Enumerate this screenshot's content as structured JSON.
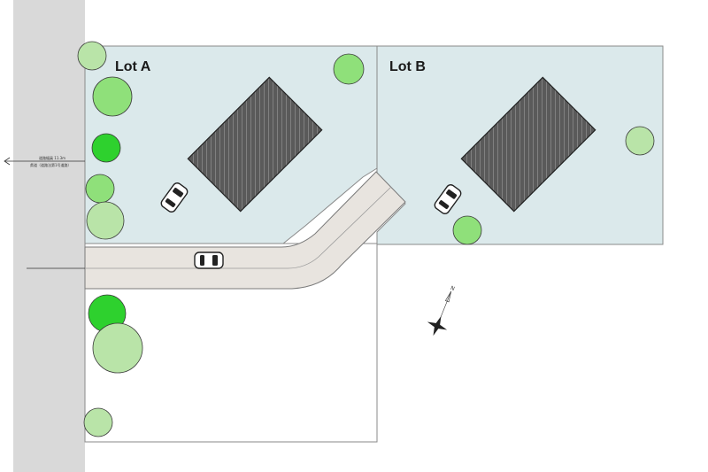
{
  "lots": [
    {
      "label": "Lot A"
    },
    {
      "label": "Lot B"
    }
  ],
  "road_note": {
    "line1": "道路幅員 11.3m",
    "line2": "県道（道路法第1号道路）"
  },
  "north_arrow": {
    "label": "N"
  },
  "colors": {
    "public_road": "#d9d9d9",
    "lot_fill": "#dbe9eb",
    "lot_outline": "#8a8a8a",
    "driveway_fill": "#e8e4df",
    "roof_fill": "#5a5a5a",
    "tree_light": "#b9e4a8",
    "tree_mid": "#8fe07a",
    "tree_bright": "#2ed12e"
  },
  "icons": [
    "tree-icon",
    "car-icon",
    "roof-icon",
    "north-arrow-icon",
    "arrow-left-icon"
  ]
}
